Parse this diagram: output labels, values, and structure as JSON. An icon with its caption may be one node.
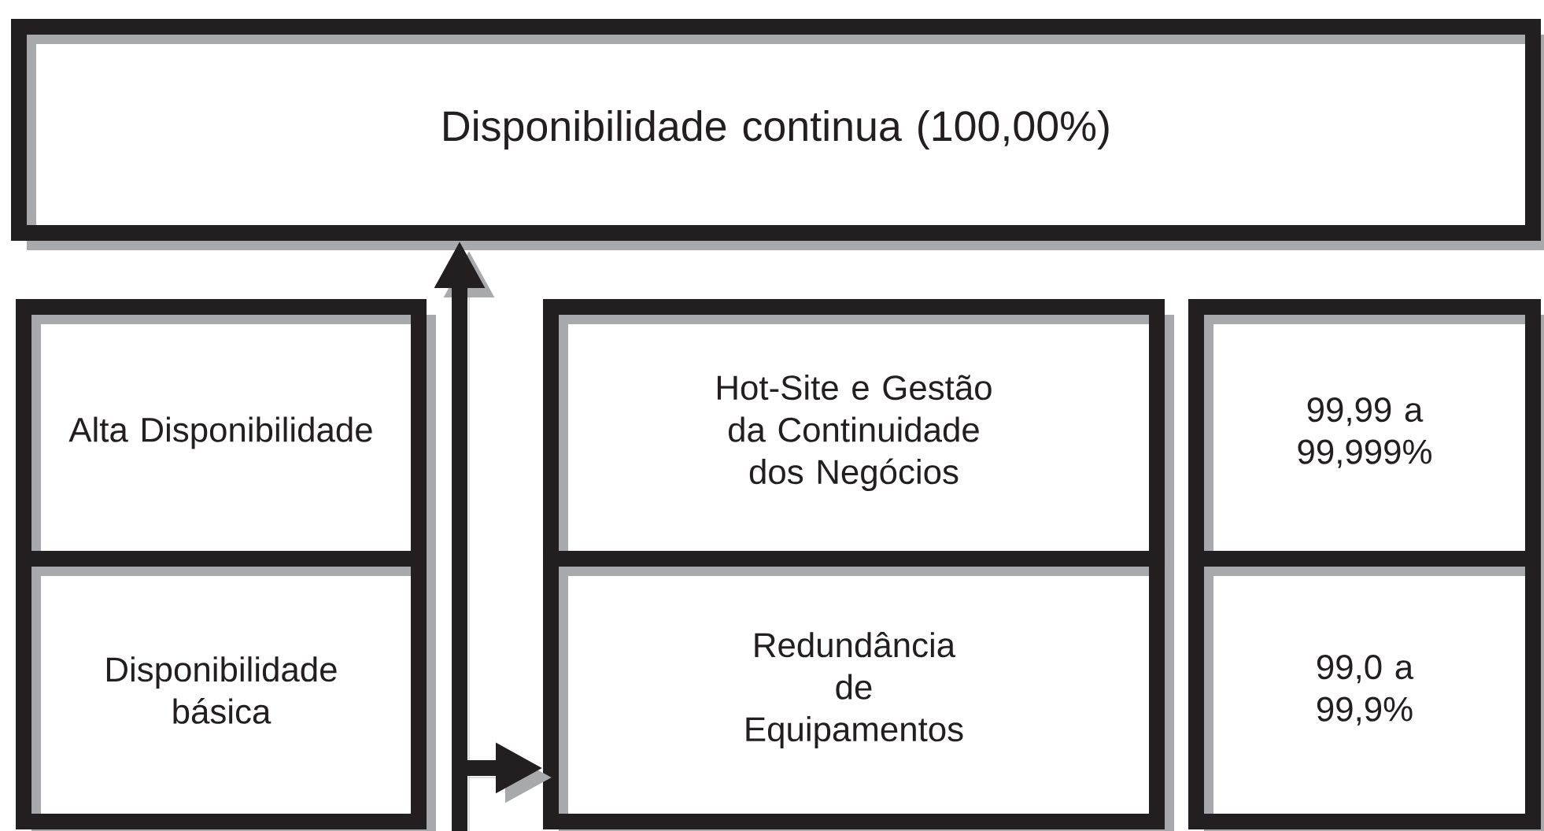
{
  "diagram": {
    "nodes": [
      {
        "text": [
          "Disponibilidade continua (100,00%)"
        ]
      },
      {
        "text": [
          "Alta Disponibilidade"
        ]
      },
      {
        "text": [
          "Disponibilidade básica"
        ]
      },
      {
        "text": [
          "Hot-Site e Gestão da Continuidade dos Negócios"
        ]
      },
      {
        "text": [
          "Redundância de Equipamentos"
        ]
      },
      {
        "text": [
          "99,99 a 99,999%"
        ]
      },
      {
        "text": [
          "99,0 a 99,9%"
        ]
      }
    ],
    "edges": [
      {
        "from": null,
        "to": 0,
        "arrow": "to"
      },
      {
        "from": null,
        "to": 4,
        "arrow": "to"
      }
    ]
  }
}
